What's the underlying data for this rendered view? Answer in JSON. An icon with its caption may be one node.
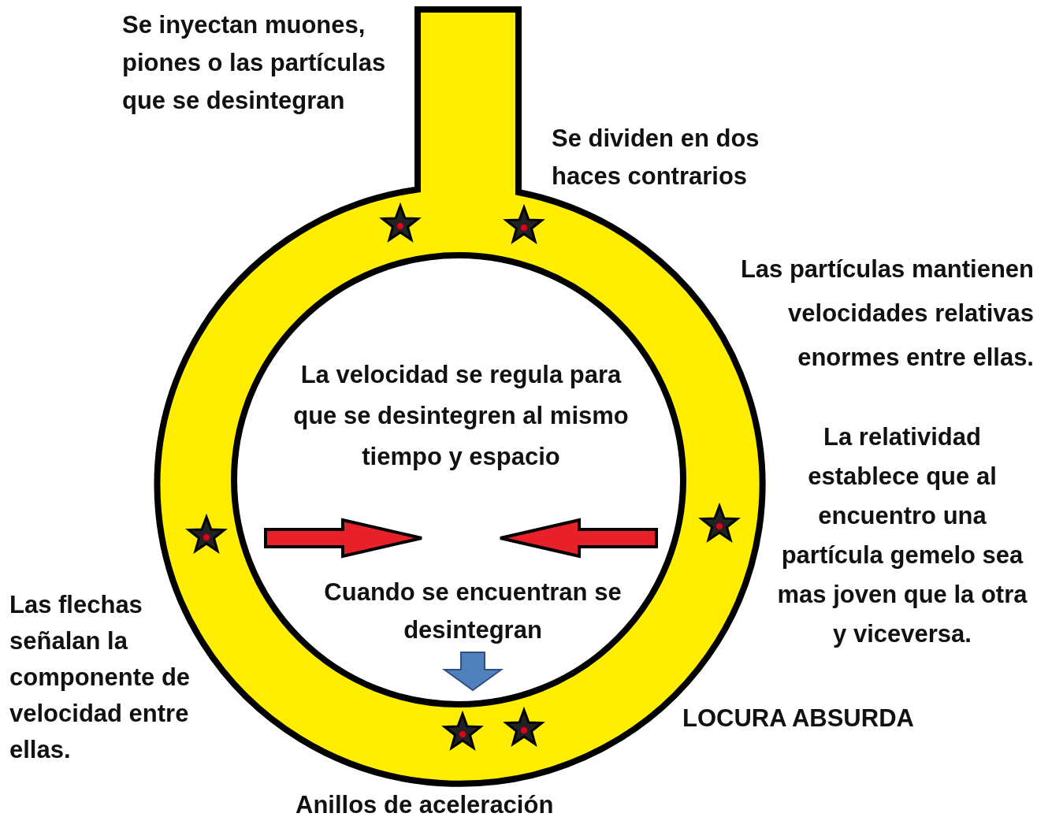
{
  "diagram": {
    "labels": [
      "Se inyectan muones, piones o las partículas que se desintegran",
      "Se dividen en dos haces contrarios",
      "Las partículas mantienen velocidades relativas enormes entre ellas.",
      "La relatividad establece que al encuentro una partícula gemelo sea mas joven que la otra y viceversa.",
      "LOCURA ABSURDA",
      "La velocidad se regula para que se desintegren al mismo tiempo y espacio",
      "Cuando se encuentran se desintegran",
      "Las flechas señalan la componente de velocidad entre ellas.",
      "Anillos de aceleración"
    ]
  }
}
